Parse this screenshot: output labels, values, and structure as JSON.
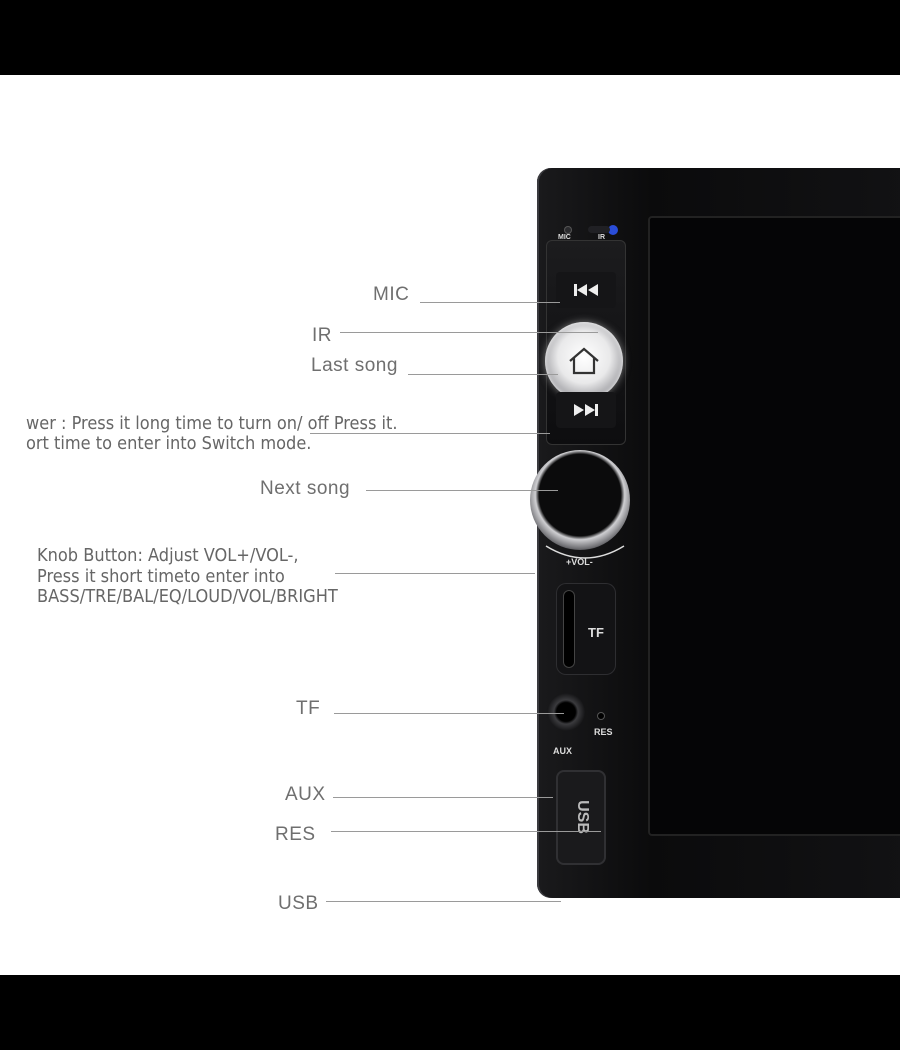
{
  "callouts": {
    "mic": "MIC",
    "ir": "IR",
    "last_song": "Last song",
    "power_line1": "wer : Press it long time to turn on/ off Press it.",
    "power_line2": "ort time to enter into Switch mode.",
    "next_song": "Next song",
    "knob_line1": "Knob Button: Adjust VOL+/VOL-,",
    "knob_line2": "Press it short timeto enter into",
    "knob_line3": "BASS/TRE/BAL/EQ/LOUD/VOL/BRIGHT",
    "tf": "TF",
    "aux": "AUX",
    "res": "RES",
    "usb": "USB"
  },
  "device_labels": {
    "mic": "MIC",
    "ir": "IR",
    "vol": "+VOL-",
    "tf": "TF",
    "aux": "AUX",
    "res": "RES",
    "usb": "USB"
  },
  "colors": {
    "background": "#ffffff",
    "frame": "#000000",
    "callout_text": "#6f6f6f",
    "leader_line": "#9a9a9a",
    "ir_led": "#2a4dd8"
  }
}
